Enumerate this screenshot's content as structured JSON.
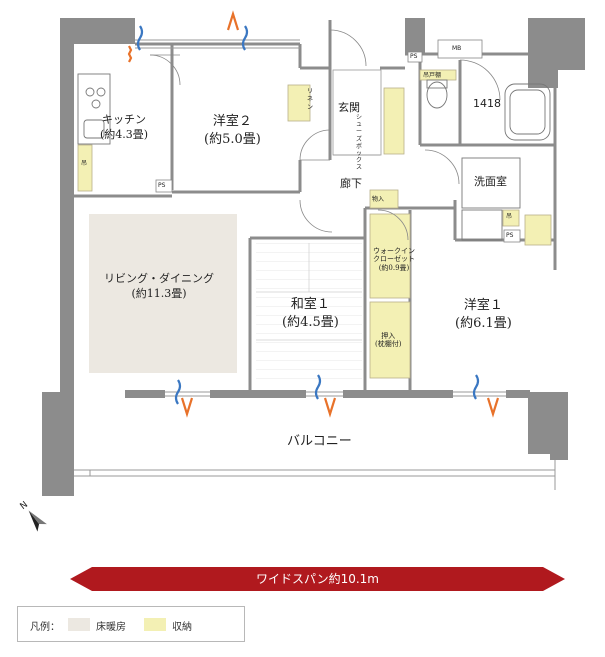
{
  "rooms": {
    "kitchen": {
      "name": "キッチン",
      "size": "(約4.3畳)"
    },
    "western2": {
      "name": "洋室２",
      "size": "(約5.0畳)"
    },
    "entrance": {
      "name": "玄関"
    },
    "hallway": {
      "name": "廊下"
    },
    "living_dining": {
      "name": "リビング・ダイニング",
      "size": "(約11.3畳)"
    },
    "japanese1": {
      "name": "和室１",
      "size": "(約4.5畳)"
    },
    "western1": {
      "name": "洋室１",
      "size": "(約6.1畳)"
    },
    "washroom": {
      "name": "洗面室"
    },
    "bathroom": {
      "name": "1418"
    },
    "balcony": {
      "name": "バルコニー"
    }
  },
  "storage": {
    "walk_in": {
      "line1": "ウォークイン",
      "line2": "クローゼット",
      "size": "(約0.9畳)"
    },
    "oshiire": {
      "line1": "押入",
      "line2": "(枕棚付)"
    },
    "monoire": "物入",
    "shoes": "シューズボックス",
    "hanging_cabinet": "吊戸棚",
    "hanging_cabinet_short": "吊",
    "linen": "リネン"
  },
  "shafts": {
    "ps": "PS",
    "mb": "MB"
  },
  "span_bar": {
    "label": "ワイドスパン約10.1m",
    "color": "#b0191e"
  },
  "legend": {
    "title": "凡例：",
    "items": [
      {
        "label": "床暖房",
        "color": "#ece8e1"
      },
      {
        "label": "収納",
        "color": "#f3f0b4"
      }
    ]
  },
  "compass": {
    "label": "N"
  }
}
